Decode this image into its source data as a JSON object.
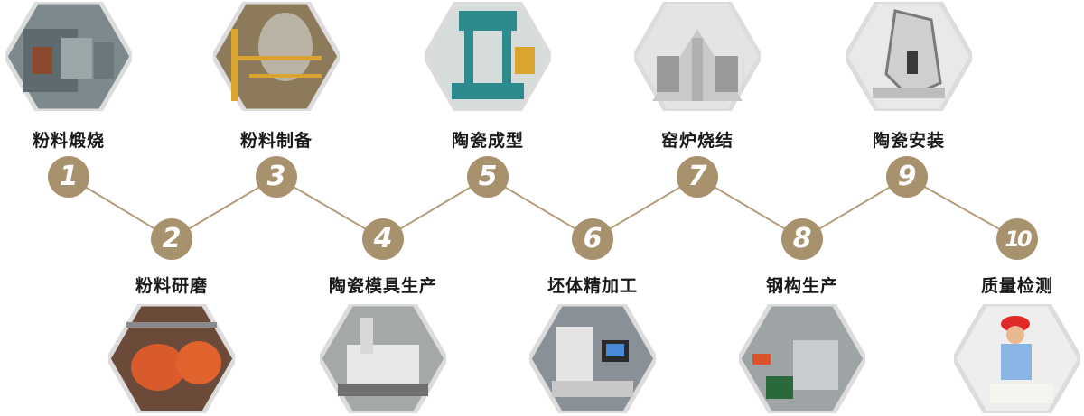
{
  "steps": [
    {
      "num": "1",
      "label": "粉料煅烧",
      "photo": "furnace-photo-icon"
    },
    {
      "num": "2",
      "label": "粉料研磨",
      "photo": "ball-mill-photo-icon"
    },
    {
      "num": "3",
      "label": "粉料制备",
      "photo": "powder-plant-photo-icon"
    },
    {
      "num": "4",
      "label": "陶瓷模具生产",
      "photo": "cnc-machine-photo-icon"
    },
    {
      "num": "5",
      "label": "陶瓷成型",
      "photo": "hydraulic-press-photo-icon"
    },
    {
      "num": "6",
      "label": "坯体精加工",
      "photo": "wire-cut-machine-photo-icon"
    },
    {
      "num": "7",
      "label": "窑炉烧结",
      "photo": "kiln-hall-photo-icon"
    },
    {
      "num": "8",
      "label": "钢构生产",
      "photo": "steel-workshop-photo-icon"
    },
    {
      "num": "9",
      "label": "陶瓷安装",
      "photo": "ceramic-installation-photo-icon"
    },
    {
      "num": "10",
      "label": "质量检测",
      "photo": "quality-inspection-photo-icon"
    }
  ],
  "colors": {
    "accent": "#a8926e",
    "line": "#b39d7a",
    "hex_border": "#d9d9d9"
  }
}
